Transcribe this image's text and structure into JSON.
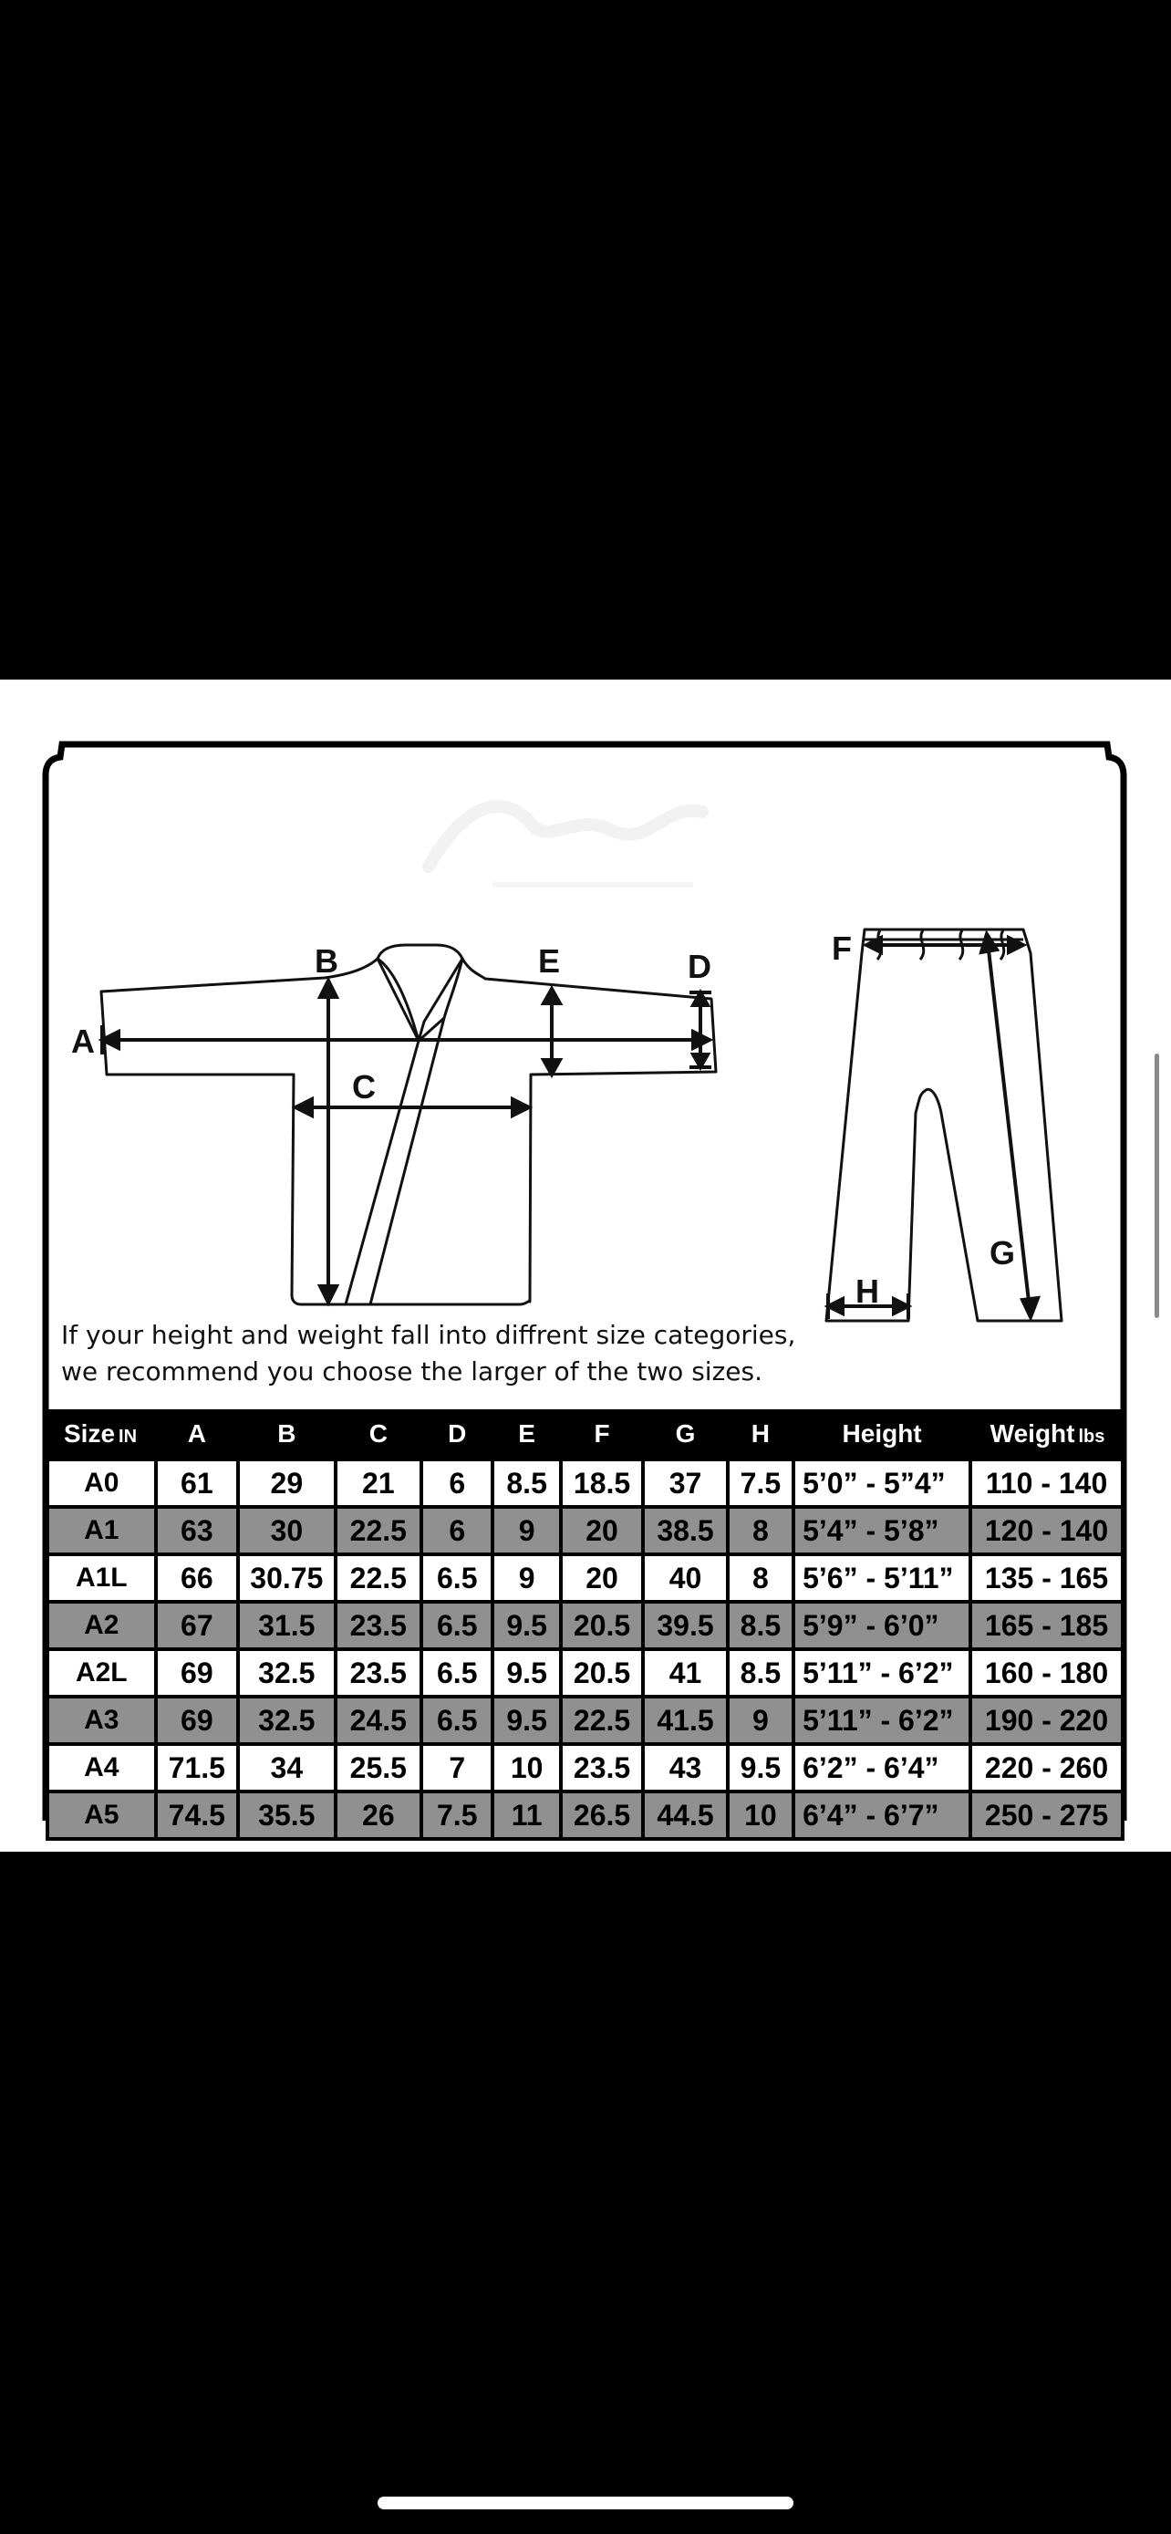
{
  "note": {
    "line1": "If your height and weight fall into diffrent size categories,",
    "line2": "we recommend you choose the larger of the two sizes."
  },
  "diagram_labels": {
    "A": "A",
    "B": "B",
    "C": "C",
    "D": "D",
    "E": "E",
    "F": "F",
    "G": "G",
    "H": "H"
  },
  "table": {
    "headers": [
      {
        "label": "Size",
        "unit": "IN"
      },
      {
        "label": "A",
        "unit": ""
      },
      {
        "label": "B",
        "unit": ""
      },
      {
        "label": "C",
        "unit": ""
      },
      {
        "label": "D",
        "unit": ""
      },
      {
        "label": "E",
        "unit": ""
      },
      {
        "label": "F",
        "unit": ""
      },
      {
        "label": "G",
        "unit": ""
      },
      {
        "label": "H",
        "unit": ""
      },
      {
        "label": "Height",
        "unit": ""
      },
      {
        "label": "Weight",
        "unit": "lbs"
      }
    ],
    "rows": [
      [
        "A0",
        "61",
        "29",
        "21",
        "6",
        "8.5",
        "18.5",
        "37",
        "7.5",
        "5’0” - 5”4”",
        "110 - 140"
      ],
      [
        "A1",
        "63",
        "30",
        "22.5",
        "6",
        "9",
        "20",
        "38.5",
        "8",
        "5’4” - 5’8”",
        "120 - 140"
      ],
      [
        "A1L",
        "66",
        "30.75",
        "22.5",
        "6.5",
        "9",
        "20",
        "40",
        "8",
        "5’6” - 5’11”",
        "135 - 165"
      ],
      [
        "A2",
        "67",
        "31.5",
        "23.5",
        "6.5",
        "9.5",
        "20.5",
        "39.5",
        "8.5",
        "5’9” - 6’0”",
        "165 - 185"
      ],
      [
        "A2L",
        "69",
        "32.5",
        "23.5",
        "6.5",
        "9.5",
        "20.5",
        "41",
        "8.5",
        "5’11” - 6’2”",
        "160 - 180"
      ],
      [
        "A3",
        "69",
        "32.5",
        "24.5",
        "6.5",
        "9.5",
        "22.5",
        "41.5",
        "9",
        "5’11” - 6’2”",
        "190 - 220"
      ],
      [
        "A4",
        "71.5",
        "34",
        "25.5",
        "7",
        "10",
        "23.5",
        "43",
        "9.5",
        "6’2” - 6’4”",
        "220 - 260"
      ],
      [
        "A5",
        "74.5",
        "35.5",
        "26",
        "7.5",
        "11",
        "26.5",
        "44.5",
        "10",
        "6’4” - 6’7”",
        "250 - 275"
      ]
    ]
  },
  "colors": {
    "background": "#000000",
    "card": "#ffffff",
    "row_alt": "#909090",
    "header_bg": "#000000"
  }
}
